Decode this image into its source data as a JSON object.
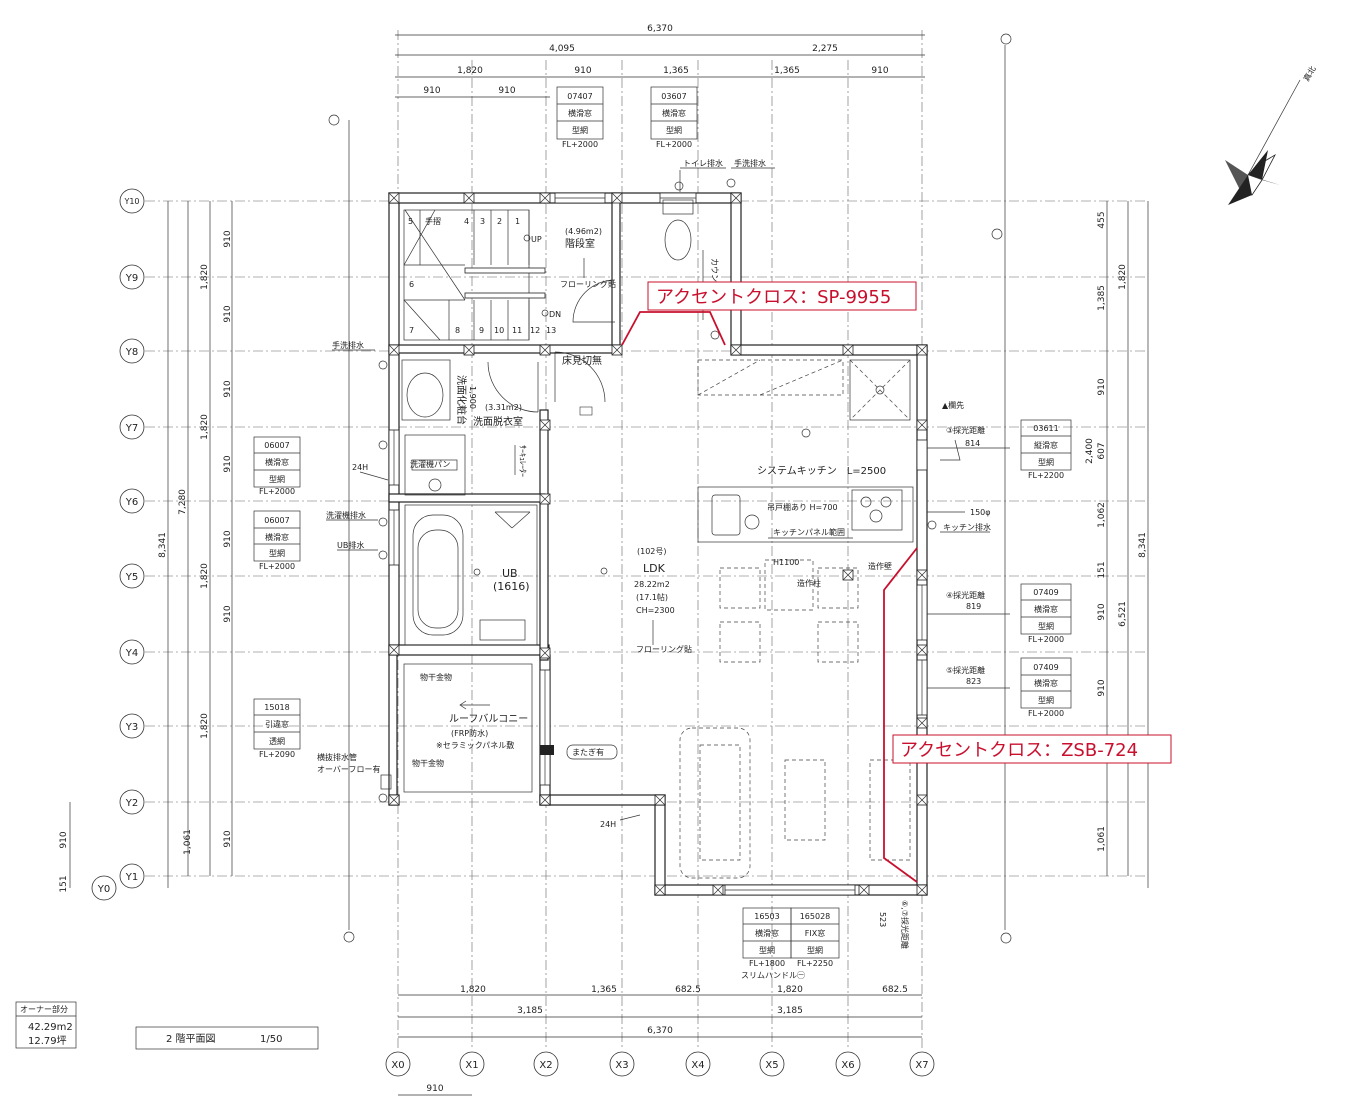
{
  "drawing": {
    "title_block": {
      "label": "2 階平面図",
      "scale": "1/50"
    },
    "area_box": {
      "header": "オーナー部分",
      "area_m2": "42.29m2",
      "area_tsubo": "12.79坪"
    },
    "north_label": "真北"
  },
  "grid_x": [
    "X0",
    "X1",
    "X2",
    "X3",
    "X4",
    "X5",
    "X6",
    "X7"
  ],
  "grid_y": [
    "Y10",
    "Y9",
    "Y8",
    "Y7",
    "Y6",
    "Y5",
    "Y4",
    "Y3",
    "Y2",
    "Y1",
    "Y0"
  ],
  "dims_top": {
    "overall": "6,370",
    "row2": [
      "4,095",
      "2,275"
    ],
    "row3": [
      "1,820",
      "910",
      "1,365",
      "1,365",
      "910"
    ],
    "row4": [
      "910",
      "910"
    ]
  },
  "dims_bottom": {
    "row1": [
      "1,820",
      "1,365",
      "682.5",
      "1,820",
      "682.5"
    ],
    "row2": [
      "3,185",
      "3,185"
    ],
    "overall": "6,370",
    "x0x1": "910"
  },
  "dims_left": {
    "inner": [
      "910",
      "910",
      "910",
      "910",
      "910",
      "910",
      "910"
    ],
    "outer": [
      "1,820",
      "1,820",
      "1,820",
      "1,820",
      "1,061"
    ],
    "total_inner": "7,280",
    "total": "8,341",
    "legend": [
      "910",
      "151"
    ]
  },
  "dims_right": {
    "inner": [
      "455",
      "1,385",
      "910",
      "607",
      "1,062",
      "151",
      "910",
      "910",
      "1,061"
    ],
    "outer": [
      "1,820",
      "2,400",
      "6,521"
    ],
    "total": "8,341"
  },
  "rooms": {
    "stair": "階段室",
    "stair_area": "(4.96m2)",
    "washroom": "洗面脱衣室",
    "washroom_area": "(3.31m2)",
    "ldk": "LDK",
    "ldk_no": "(102号)",
    "ldk_area": "28.22m2",
    "ldk_tatami": "(17.1帖)",
    "ldk_ch": "CH=2300",
    "ub": "UB",
    "ub_size": "(1616)",
    "balcony": "ルーフバルコニー",
    "balcony_note": "(FRP防水)",
    "balcony_panel": "※セラミックパネル敷",
    "kitchen": "システムキッチン　L=2500",
    "vanity": "洗面化粧台",
    "vanity_w": "1,900"
  },
  "stair_numbers": [
    "手摺",
    "4",
    "3",
    "2",
    "1",
    "5",
    "6",
    "7",
    "8",
    "9",
    "10",
    "11",
    "12",
    "13"
  ],
  "labels": {
    "up": "UP",
    "dn": "DN",
    "floor_stair": "フローリング貼",
    "floor_ldk": "フローリング貼",
    "yukami": "床見切無",
    "sentakuki": "洗濯機パン",
    "sentaku_drain": "洗濯機排水",
    "ub_drain": "UB排水",
    "hand_drain_left": "手洗排水",
    "toilet_drain": "トイレ排水",
    "hand_drain_top": "手洗排水",
    "kitchen_drain": "キッチン排水",
    "kitchen_panel": "キッチンパネル範囲",
    "tsuritodana": "吊戸棚あり H=700",
    "h1100": "H1100",
    "zousakuhashira": "造作柱",
    "zousakuheki": "造作壁",
    "h24_1": "24H",
    "h24_2": "24H",
    "vent_150": "150φ",
    "yokonuki": "横抜排水管",
    "overflow": "オーバーフロー有",
    "monohoshi1": "物干金物",
    "monohoshi2": "物干金物",
    "matagi": "またぎ有",
    "kaminaga": "▲欄先",
    "wallcounter": "カウンター",
    "kaiko1": "③採光距離",
    "kaiko1_v": "814",
    "kaiko4": "④採光距離",
    "kaiko4_v": "819",
    "kaiko5": "⑤採光距離",
    "kaiko5_v": "823",
    "kaiko67": "⑥,⑦採光距離",
    "kaiko67_v": "523",
    "slim": "スリムハンドル㊀"
  },
  "windows": [
    {
      "code": "07407",
      "type": "横滑窓",
      "glass": "型網",
      "fl": "FL+2000"
    },
    {
      "code": "03607",
      "type": "横滑窓",
      "glass": "型網",
      "fl": "FL+2000"
    },
    {
      "code": "06007",
      "type": "横滑窓",
      "glass": "型網",
      "fl": "FL+2000"
    },
    {
      "code": "06007",
      "type": "横滑窓",
      "glass": "型網",
      "fl": "FL+2000"
    },
    {
      "code": "15018",
      "type": "引違窓",
      "glass": "透網",
      "fl": "FL+2090"
    },
    {
      "code": "03611",
      "type": "縦滑窓",
      "glass": "型網",
      "fl": "FL+2200"
    },
    {
      "code": "07409",
      "type": "横滑窓",
      "glass": "型網",
      "fl": "FL+2000"
    },
    {
      "code": "07409",
      "type": "横滑窓",
      "glass": "型網",
      "fl": "FL+2000"
    },
    {
      "code": "16503",
      "type": "横滑窓",
      "glass": "型網",
      "fl": "FL+1800"
    },
    {
      "code": "165028",
      "type": "FIX窓",
      "glass": "型網",
      "fl": "FL+2250"
    }
  ],
  "accents": [
    {
      "label": "アクセントクロス：SP-9955",
      "color": "#c8102e"
    },
    {
      "label": "アクセントクロス：ZSB-724",
      "color": "#c8102e"
    }
  ]
}
